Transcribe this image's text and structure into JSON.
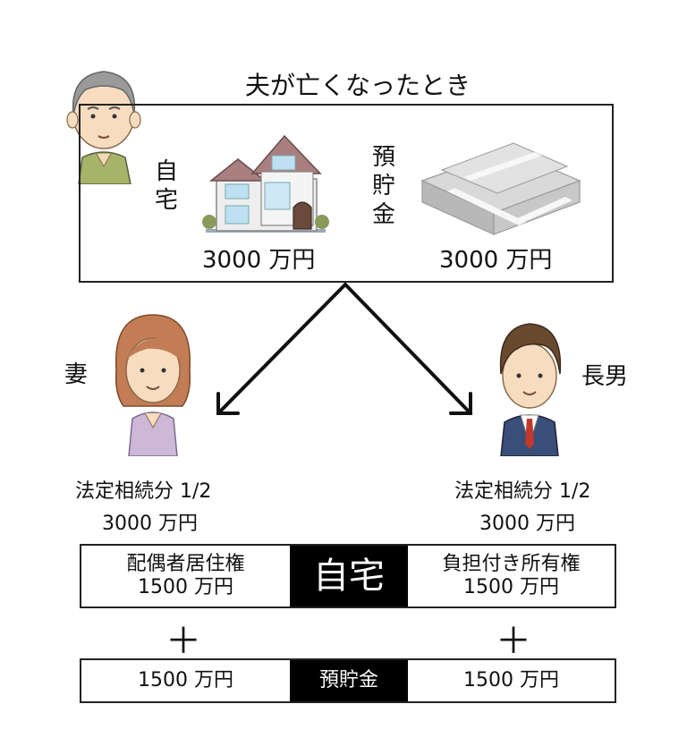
{
  "title": "夫が亡くなったとき",
  "estate": {
    "home_label": "自宅",
    "home_value": "3000 万円",
    "savings_label": "預貯金",
    "savings_value": "3000 万円"
  },
  "wife": {
    "label": "妻",
    "share_text": "法定相続分 1/2",
    "share_value": "3000 万円"
  },
  "son": {
    "label": "長男",
    "share_text": "法定相続分 1/2",
    "share_value": "3000 万円"
  },
  "home_row": {
    "left_title": "配偶者居住権",
    "left_value": "1500 万円",
    "center": "自宅",
    "right_title": "負担付き所有権",
    "right_value": "1500 万円"
  },
  "plus_symbol": "＋",
  "savings_row": {
    "left_value": "1500 万円",
    "center": "預貯金",
    "right_value": "1500 万円"
  }
}
